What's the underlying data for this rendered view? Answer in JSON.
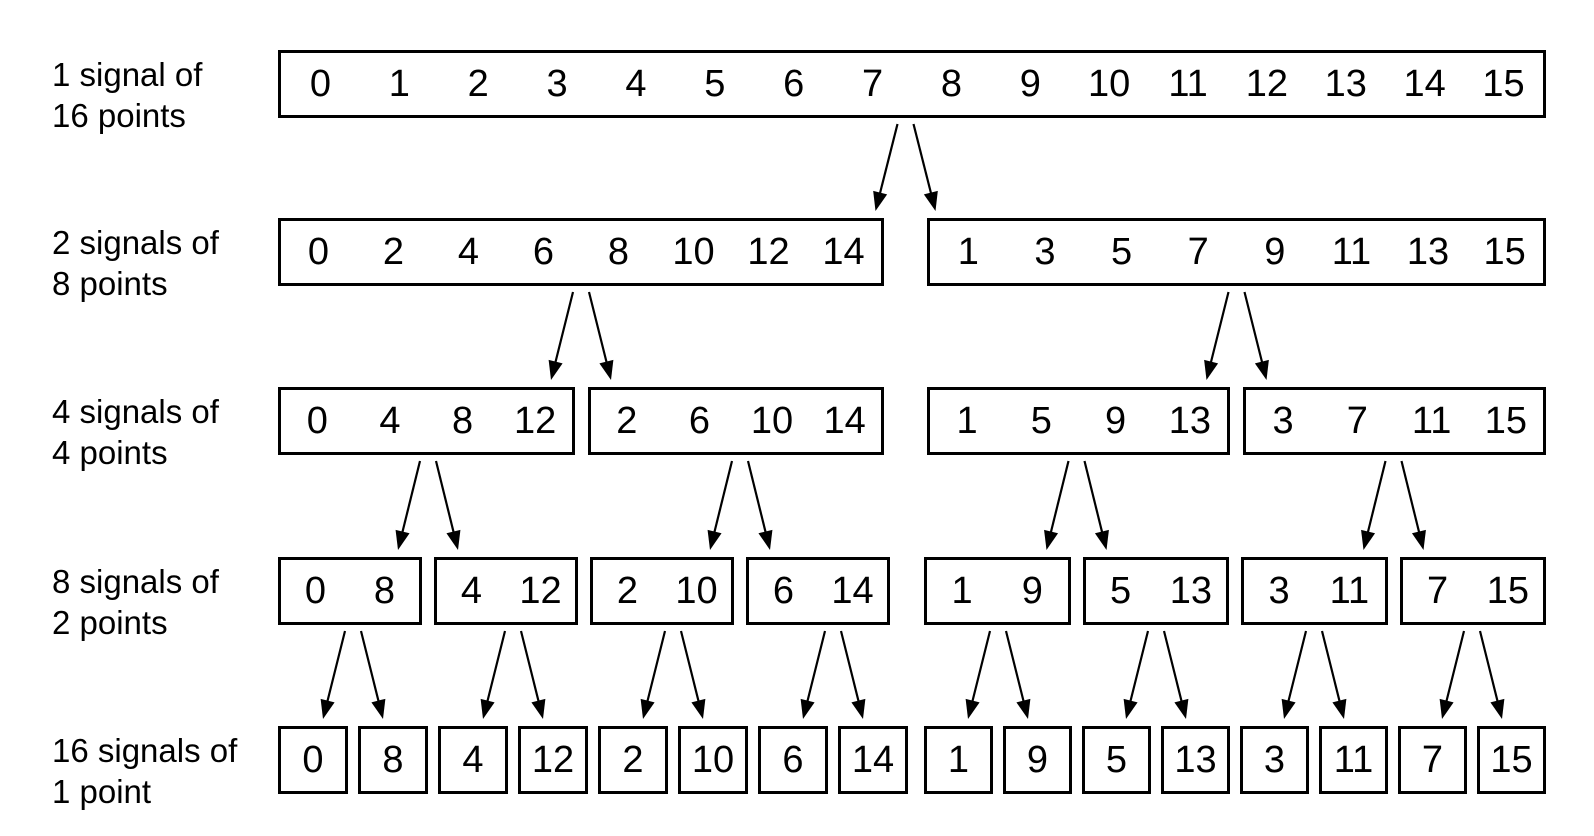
{
  "diagram": {
    "background_color": "#ffffff",
    "line_color": "#000000",
    "text_color": "#000000",
    "rows": [
      {
        "label_lines": [
          "1 signal of",
          "16 points"
        ],
        "boxes": [
          [
            0,
            1,
            2,
            3,
            4,
            5,
            6,
            7,
            8,
            9,
            10,
            11,
            12,
            13,
            14,
            15
          ]
        ]
      },
      {
        "label_lines": [
          "2 signals of",
          "8 points"
        ],
        "boxes": [
          [
            0,
            2,
            4,
            6,
            8,
            10,
            12,
            14
          ],
          [
            1,
            3,
            5,
            7,
            9,
            11,
            13,
            15
          ]
        ]
      },
      {
        "label_lines": [
          "4 signals of",
          "4 points"
        ],
        "boxes": [
          [
            0,
            4,
            8,
            12
          ],
          [
            2,
            6,
            10,
            14
          ],
          [
            1,
            5,
            9,
            13
          ],
          [
            3,
            7,
            11,
            15
          ]
        ]
      },
      {
        "label_lines": [
          "8 signals of",
          "2 points"
        ],
        "boxes": [
          [
            0,
            8
          ],
          [
            4,
            12
          ],
          [
            2,
            10
          ],
          [
            6,
            14
          ],
          [
            1,
            9
          ],
          [
            5,
            13
          ],
          [
            3,
            11
          ],
          [
            7,
            15
          ]
        ]
      },
      {
        "label_lines": [
          "16 signals of",
          "1 point"
        ],
        "boxes": [
          [
            0
          ],
          [
            8
          ],
          [
            4
          ],
          [
            12
          ],
          [
            2
          ],
          [
            10
          ],
          [
            6
          ],
          [
            14
          ],
          [
            1
          ],
          [
            9
          ],
          [
            5
          ],
          [
            13
          ],
          [
            3
          ],
          [
            11
          ],
          [
            7
          ],
          [
            15
          ]
        ]
      }
    ]
  }
}
